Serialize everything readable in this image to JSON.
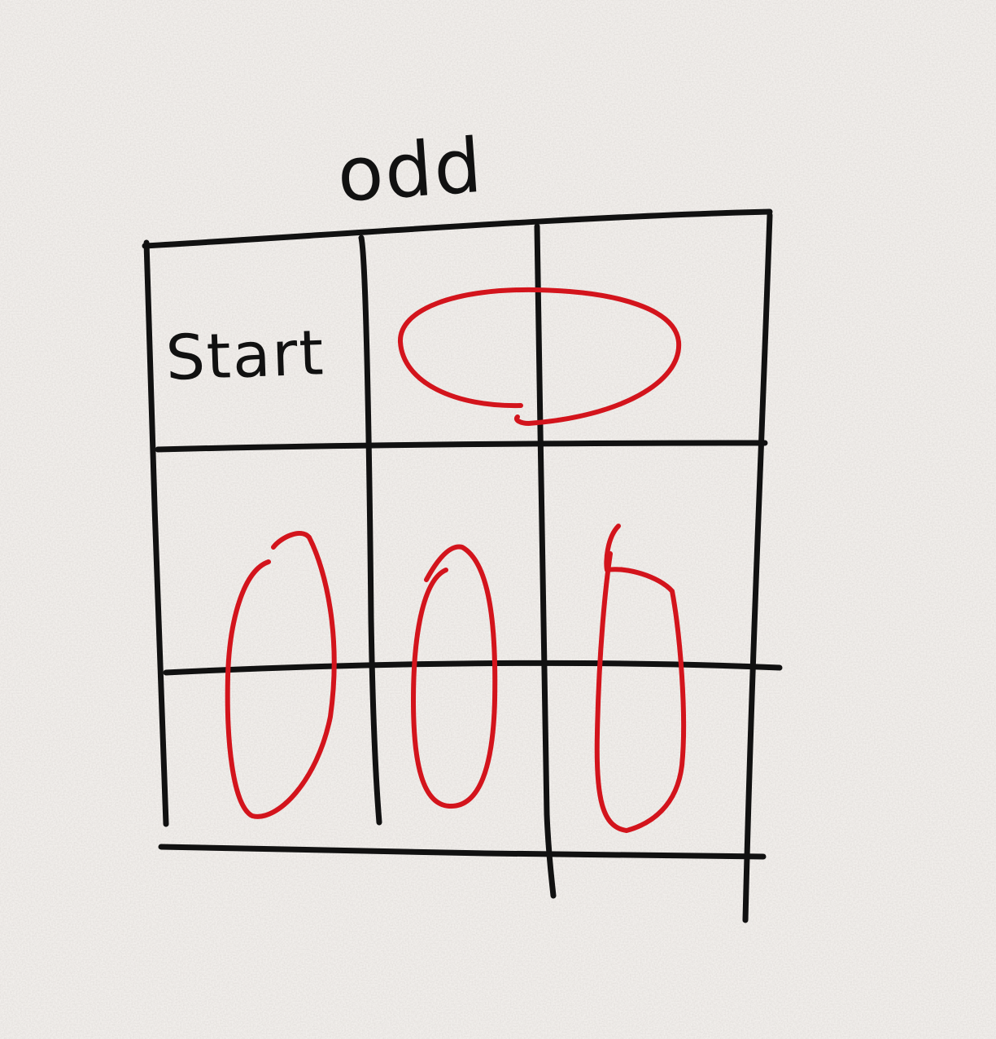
{
  "diagram": {
    "header_label": "odd",
    "start_label": "Start",
    "colors": {
      "paper": "#f1eeeb",
      "ink": "#111111",
      "marker": "#d3141c"
    },
    "grid": {
      "rows": 3,
      "cols": 3
    },
    "circled_groups": [
      {
        "name": "top-horizontal-pair",
        "cells": [
          [
            0,
            1
          ],
          [
            0,
            2
          ]
        ]
      },
      {
        "name": "left-vertical-pair",
        "cells": [
          [
            1,
            0
          ],
          [
            2,
            0
          ]
        ]
      },
      {
        "name": "middle-vertical-pair",
        "cells": [
          [
            1,
            1
          ],
          [
            2,
            1
          ]
        ]
      },
      {
        "name": "right-vertical-pair",
        "cells": [
          [
            1,
            2
          ],
          [
            2,
            2
          ]
        ]
      }
    ]
  }
}
